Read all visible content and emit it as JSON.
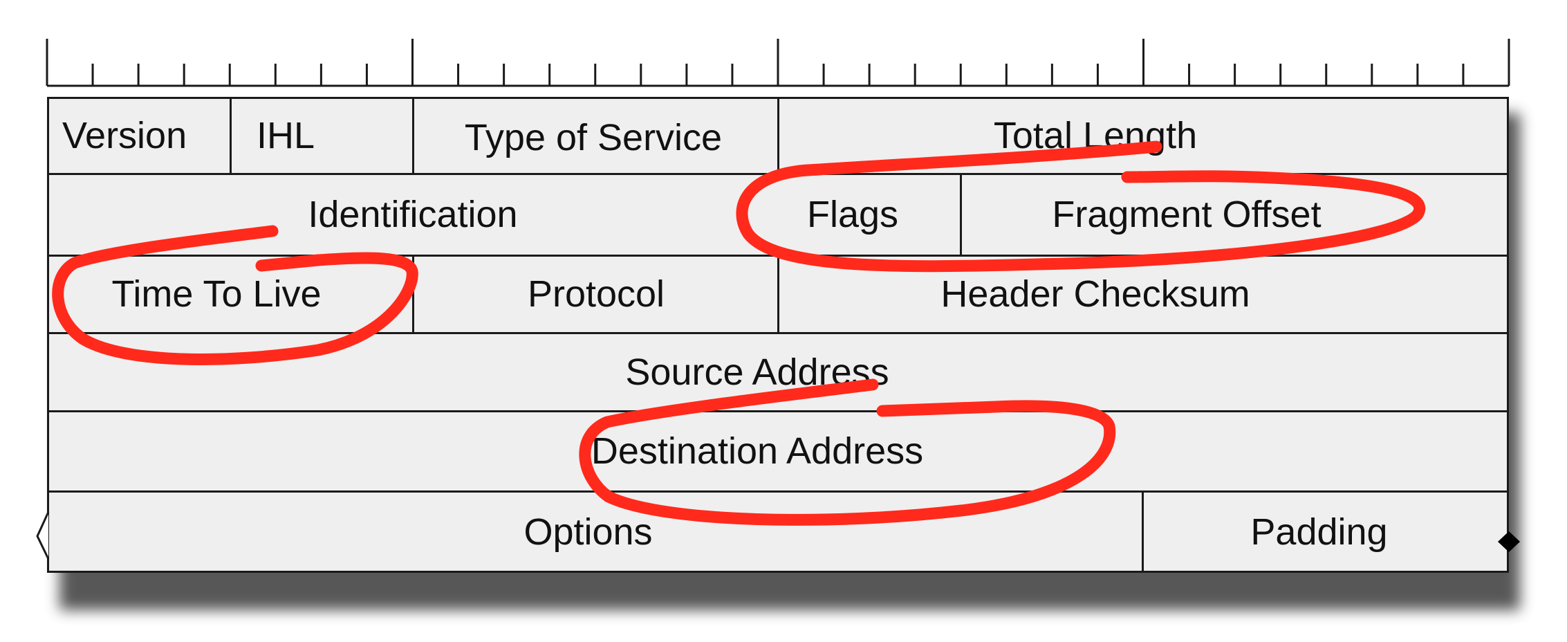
{
  "diagram": {
    "rows": [
      {
        "fields": [
          {
            "id": "version",
            "label": "Version"
          },
          {
            "id": "ihl",
            "label": "IHL"
          },
          {
            "id": "type-of-service",
            "label": "Type of Service"
          },
          {
            "id": "total-length",
            "label": "Total Length"
          }
        ]
      },
      {
        "fields": [
          {
            "id": "identification",
            "label": "Identification"
          },
          {
            "id": "flags",
            "label": "Flags"
          },
          {
            "id": "fragment-offset",
            "label": "Fragment Offset"
          }
        ]
      },
      {
        "fields": [
          {
            "id": "time-to-live",
            "label": "Time To Live"
          },
          {
            "id": "protocol",
            "label": "Protocol"
          },
          {
            "id": "header-checksum",
            "label": "Header Checksum"
          }
        ]
      },
      {
        "fields": [
          {
            "id": "source-address",
            "label": "Source Address"
          }
        ]
      },
      {
        "fields": [
          {
            "id": "destination-address",
            "label": "Destination Address"
          }
        ]
      },
      {
        "fields": [
          {
            "id": "options",
            "label": "Options"
          },
          {
            "id": "padding",
            "label": "Padding"
          }
        ]
      }
    ],
    "colors": {
      "annotation": "#ff2a1c",
      "cell_background": "#efefef",
      "grid_line": "#1a1a1a"
    }
  }
}
